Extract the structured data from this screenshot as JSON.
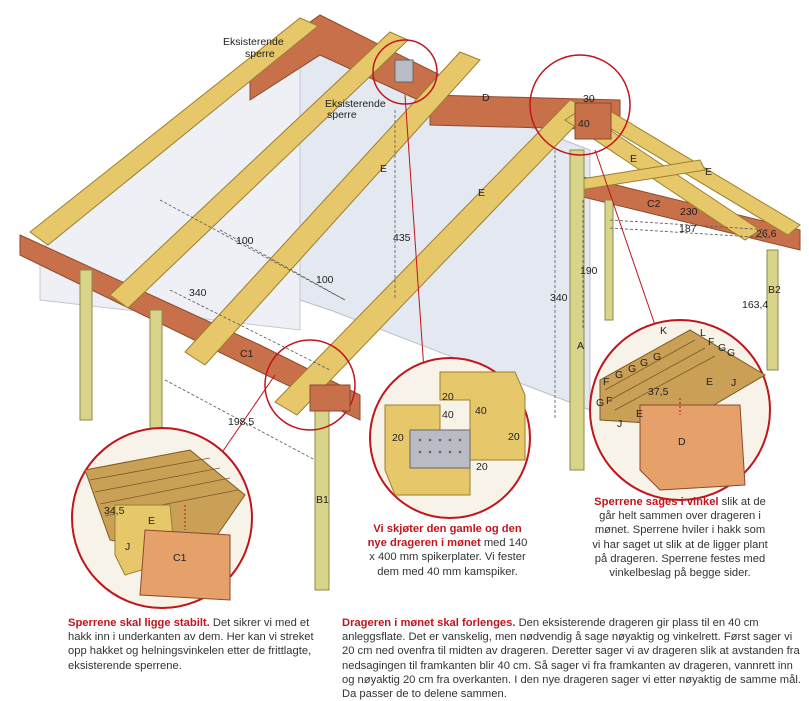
{
  "labels": {
    "eks1": [
      "Eksisterende",
      "sperre"
    ],
    "eks2": [
      "Eksisterende",
      "sperre"
    ],
    "e": "E",
    "d": "D",
    "c1": "C1",
    "c2": "C2",
    "b1": "B1",
    "b2": "B2",
    "a": "A",
    "j": "J",
    "f": "F",
    "g": "G",
    "k": "K",
    "l": "L"
  },
  "dims": {
    "d100a": "100",
    "d100b": "100",
    "d435": "435",
    "d340a": "340",
    "d340b": "340",
    "d198": "198,5",
    "d190": "190",
    "d230": "230",
    "d187": "187",
    "d266": "26,6",
    "d1634": "163,4",
    "d30": "30",
    "d40": "40",
    "w20a": "20",
    "w40a": "40",
    "w40b": "40",
    "w20b": "20",
    "w20c": "20",
    "w20d": "20",
    "v345": "34,5",
    "v375": "37,5"
  },
  "captions": {
    "left": {
      "bold": "Sperrene skal ligge stabilt.",
      "text": " Det sikrer vi med et hakk inn i underkanten av dem. Her kan vi streket opp hakket og helningsvinkelen etter de frittlagte, eksisterende sperrene."
    },
    "middle": {
      "bold": "Vi skjøter den gamle og den nye drageren i mønet",
      "text": " med 140 x 400 mm spikerplater. Vi fester dem med 40 mm kamspiker."
    },
    "right": {
      "bold": "Sperrene sages i vinkel",
      "text": " slik at de går helt sammen over drageren i mønet. Sperrene hviler i hakk som vi har saget ut slik at de ligger plant på drageren. Sperrene festes med vinkelbeslag på begge sider."
    },
    "bottom": {
      "bold": "Drageren i mønet skal forlenges.",
      "text": " Den eksisterende drageren gir plass til en 40 cm anleggsflate. Det er vanskelig, men nødvendig å sage nøyaktig og vinkelrett. Først sager vi 20 cm ned ovenfra til midten av drageren. Deretter sager vi av drageren slik at avstanden fra nedsagingen til framkanten blir 40 cm. Så sager vi fra framkanten av drageren, vannrett inn og nøyaktig 20 cm fra overkanten. I den nye drageren sager vi etter nøyaktig de samme mål. Da passer de to delene sammen."
    }
  },
  "colors": {
    "wood": "#e6c76a",
    "wood_dark": "#c9a54a",
    "beam": "#c8704a",
    "wall": "#e4e8f0",
    "circle": "#c0151c",
    "accent_text": "#c0151c",
    "post": "#d8d48a"
  }
}
